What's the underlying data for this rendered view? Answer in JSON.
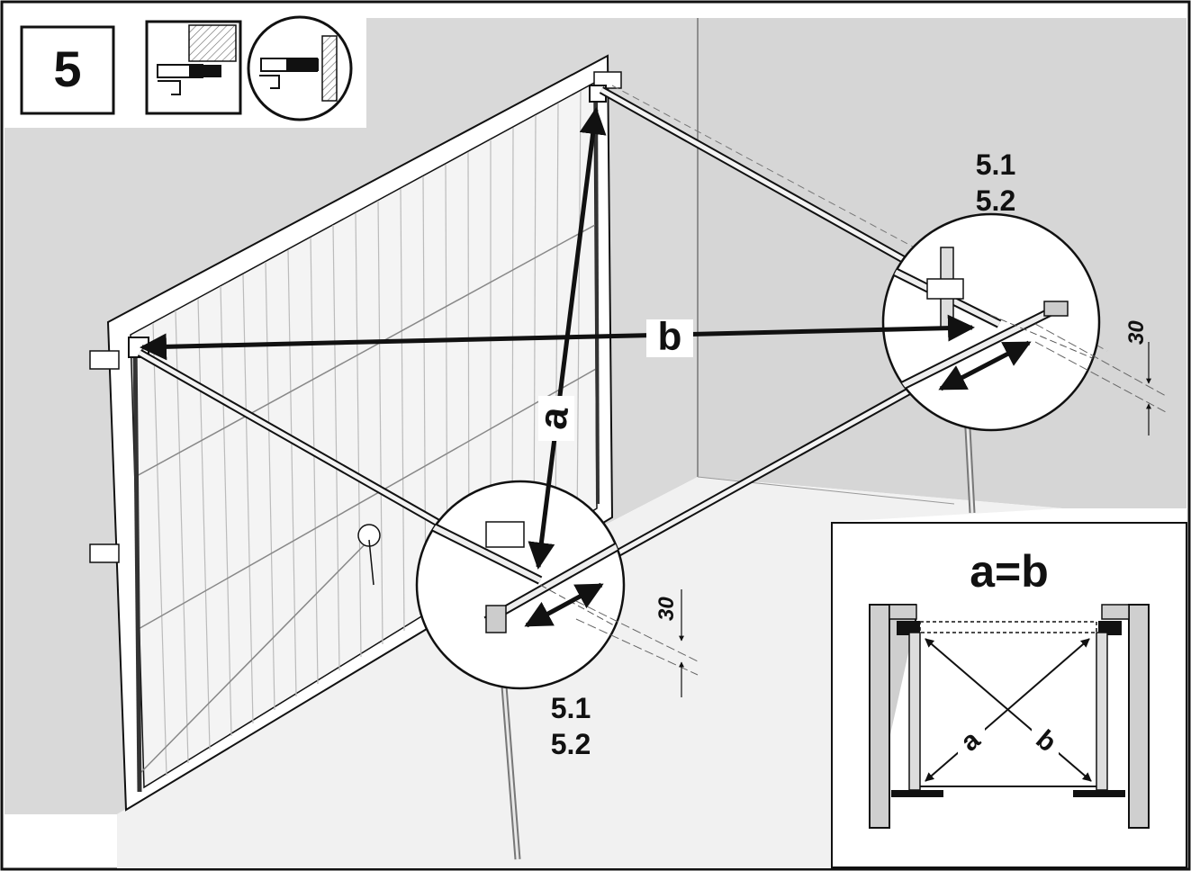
{
  "step": {
    "number": "5"
  },
  "main_figure": {
    "diagonal_a_label": "a",
    "diagonal_b_label": "b",
    "detail_right": {
      "line1": "5.1",
      "line2": "5.2",
      "dimension": "30"
    },
    "detail_left": {
      "line1": "5.1",
      "line2": "5.2",
      "dimension": "30"
    }
  },
  "inset": {
    "equation": "a=b",
    "diagonal_a_label": "a",
    "diagonal_b_label": "b"
  },
  "colors": {
    "wall": "#d9d9d9",
    "ink": "#111111",
    "paper": "#ffffff"
  },
  "icons": [
    "step-number-box",
    "mounting-behind-opening-icon",
    "mounting-in-opening-icon"
  ]
}
